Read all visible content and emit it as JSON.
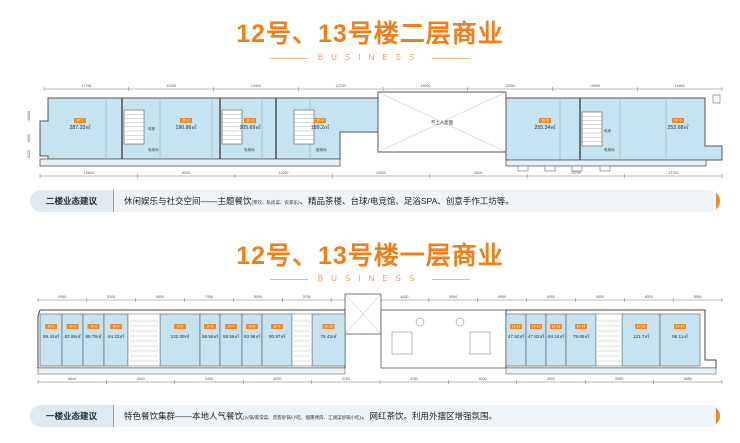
{
  "floor2": {
    "title": "12号、13号楼二层商业",
    "subtitle": "BUSINESS",
    "top_dims": [
      "17796",
      "12400",
      "13400",
      "12700",
      "13000",
      "13250",
      "19000",
      "14800"
    ],
    "bottom_dims": [
      "15600",
      "8000",
      "11000",
      "10000",
      "6400",
      "15700",
      "17700"
    ],
    "left_dims": [
      "15600",
      "6000",
      "6125"
    ],
    "units": [
      {
        "no": "2F-1",
        "area": "287.33㎡"
      },
      {
        "no": "2F-2",
        "area": "190.86㎡"
      },
      {
        "no": "2F-3",
        "area": "205.69㎡"
      },
      {
        "no": "2F-4",
        "area": "189.2㎡"
      },
      {
        "no": "2F-5",
        "area": "255.34㎡"
      },
      {
        "no": "2F-6",
        "area": "253.68㎡"
      }
    ],
    "center_label": "不上人屋面",
    "room_labels": [
      "电梯",
      "电梯间",
      "楼梯间"
    ],
    "advice_tag": "二楼业态建议",
    "advice_main": "休闲娱乐与社交空间——主题餐饮",
    "advice_small": "(茶饮、私房菜、农家乐)",
    "advice_rest": "、精品茶楼、台球/电竞馆、足浴SPA、创意手作工坊等。"
  },
  "floor1": {
    "title": "12号、13号楼一层商业",
    "subtitle": "BUSINESS",
    "top_dims": [
      "5950",
      "5100",
      "6000",
      "7950",
      "5000",
      "3750",
      "3750",
      "4000",
      "5000",
      "5950",
      "6000",
      "5000",
      "8000",
      "6550"
    ],
    "bottom_dims": [
      "6649",
      "4000",
      "5450",
      "4000",
      "3750",
      "3750",
      "5000",
      "4000",
      "5900",
      "6550"
    ],
    "units": [
      {
        "no": "1F-1",
        "area": "59.44㎡"
      },
      {
        "no": "1F-2",
        "area": "63.98㎡"
      },
      {
        "no": "1F-3",
        "area": "68.78㎡"
      },
      {
        "no": "1F-4",
        "area": "84.33㎡"
      },
      {
        "no": "1F-5",
        "area": "122.09㎡"
      },
      {
        "no": "1F-6",
        "area": "58.56㎡"
      },
      {
        "no": "1F-7",
        "area": "58.56㎡"
      },
      {
        "no": "1F-8",
        "area": "63.98㎡"
      },
      {
        "no": "1F-9",
        "area": "80.97㎡"
      },
      {
        "no": "1F-10",
        "area": "76.43㎡"
      },
      {
        "no": "1F-11",
        "area": "47.82㎡"
      },
      {
        "no": "1F-12",
        "area": "47.82㎡"
      },
      {
        "no": "1F-13",
        "area": "64.24㎡"
      },
      {
        "no": "1F-14",
        "area": "79.65㎡"
      },
      {
        "no": "1F-15",
        "area": "121.7㎡"
      },
      {
        "no": "1F-16",
        "area": "98.11㎡"
      }
    ],
    "advice_tag": "一楼业态建议",
    "advice_main": "特色餐饮集群——本地人气餐饮",
    "advice_small": "(火锅/家常菜、音客砂锅/小吃、烟熏烤肉、江湖菜砂锅小吃)",
    "advice_rest": "、网红茶饮。利用外摆区增强氛围。"
  },
  "colors": {
    "title": "#ef7f1a",
    "tenant_fill": "#c5e3f1",
    "unit_label": "#f08a2a",
    "wall": "#555555"
  }
}
